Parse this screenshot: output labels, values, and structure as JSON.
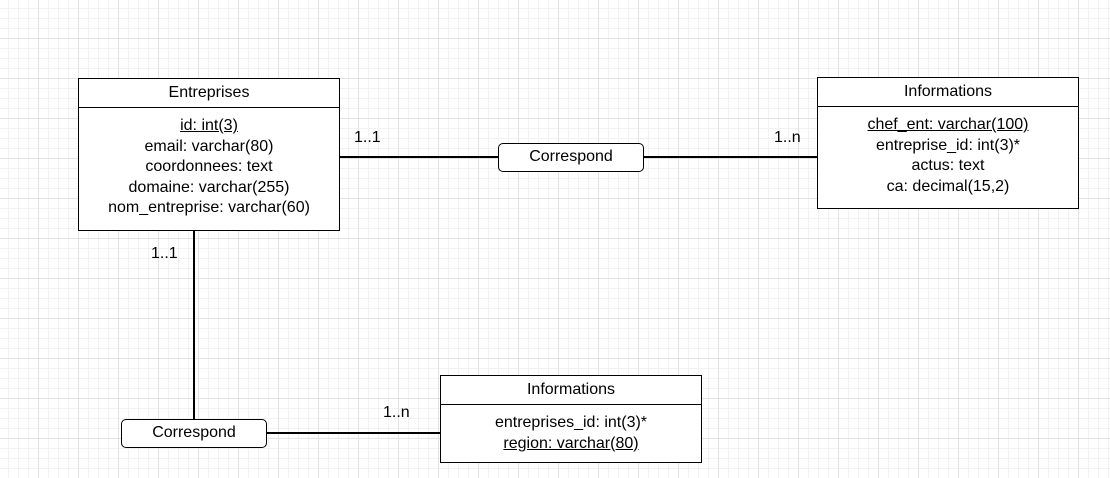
{
  "entities": {
    "entreprises": {
      "title": "Entreprises",
      "attributes": [
        {
          "text": "id: int(3)",
          "primary_key": true
        },
        {
          "text": "email: varchar(80)",
          "primary_key": false
        },
        {
          "text": "coordonnees: text",
          "primary_key": false
        },
        {
          "text": "domaine: varchar(255)",
          "primary_key": false
        },
        {
          "text": "nom_entreprise: varchar(60)",
          "primary_key": false
        }
      ]
    },
    "informations_right": {
      "title": "Informations",
      "attributes": [
        {
          "text": "chef_ent: varchar(100)",
          "primary_key": true
        },
        {
          "text": "entreprise_id: int(3)*",
          "primary_key": false
        },
        {
          "text": "actus: text",
          "primary_key": false
        },
        {
          "text": "ca: decimal(15,2)",
          "primary_key": false
        }
      ]
    },
    "informations_bottom": {
      "title": "Informations",
      "attributes": [
        {
          "text": "entreprises_id: int(3)*",
          "primary_key": false
        },
        {
          "text": "region: varchar(80)",
          "primary_key": true
        }
      ]
    }
  },
  "associations": {
    "top": {
      "label": "Correspond",
      "mult_left": "1..1",
      "mult_right": "1..n"
    },
    "bottom": {
      "label": "Correspond",
      "mult_top": "1..1",
      "mult_right": "1..n"
    }
  }
}
